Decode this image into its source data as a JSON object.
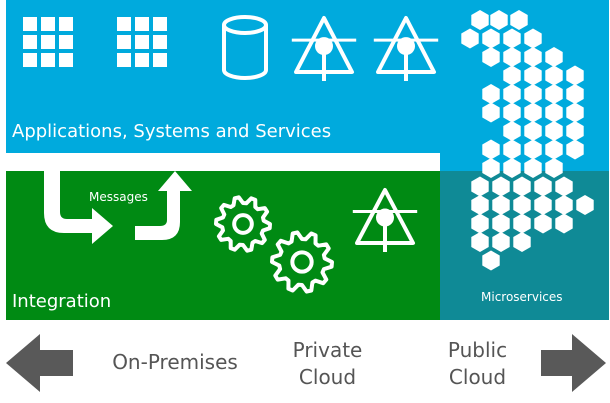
{
  "labels": {
    "applications": "Applications, Systems and Services",
    "integration": "Integration",
    "messages": "Messages",
    "microservices": "Microservices",
    "on_premises": "On-Premises",
    "private_cloud_line1": "Private",
    "private_cloud_line2": "Cloud",
    "public_cloud_line1": "Public",
    "public_cloud_line2": "Cloud"
  },
  "colors": {
    "applications_bg": "#00aadd",
    "integration_bg": "#008a13",
    "microservices_bg": "#0f8a96",
    "arrow_gray": "#595959",
    "text_gray": "#555555"
  },
  "icons": [
    "grid-icon",
    "grid-icon",
    "database-icon",
    "triangle-node-icon",
    "triangle-node-icon",
    "arrow-down-right-icon",
    "arrow-up-icon",
    "gears-icon",
    "triangle-node-icon",
    "hexagon-cluster-icon",
    "left-arrow-icon",
    "right-arrow-icon"
  ]
}
